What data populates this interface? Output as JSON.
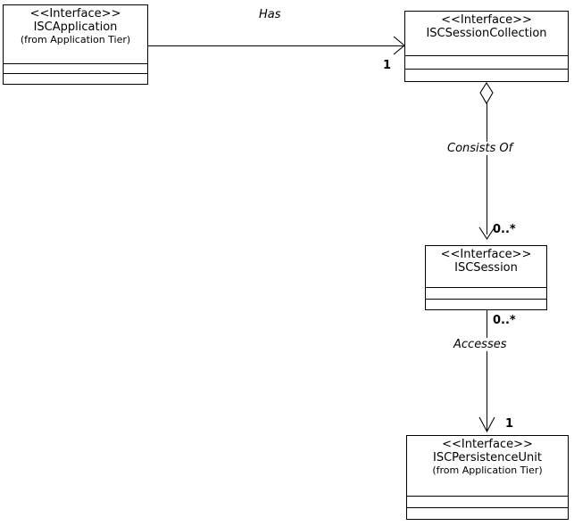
{
  "diagram": {
    "type": "uml-class-diagram",
    "title": "",
    "background_color": "#ffffff",
    "line_color": "#000000"
  },
  "classes": [
    {
      "id": "isc-application",
      "stereotype": "<<Interface>>",
      "name": "ISCApplication",
      "package": "(from Application Tier)",
      "compartments": 2
    },
    {
      "id": "isc-session-collection",
      "stereotype": "<<Interface>>",
      "name": "ISCSessionCollection",
      "package": "",
      "compartments": 2
    },
    {
      "id": "isc-session",
      "stereotype": "<<Interface>>",
      "name": "ISCSession",
      "package": "",
      "compartments": 2
    },
    {
      "id": "isc-persistence-unit",
      "stereotype": "<<Interface>>",
      "name": "ISCPersistenceUnit",
      "package": "(from Application Tier)",
      "compartments": 2
    }
  ],
  "relationships": [
    {
      "id": "has",
      "label": "Has",
      "kind": "association",
      "from": "ISCApplication",
      "to": "ISCSessionCollection",
      "source_multiplicity": "",
      "target_multiplicity": "1",
      "arrowhead": "open"
    },
    {
      "id": "consists-of",
      "label": "Consists Of",
      "kind": "aggregation",
      "from": "ISCSessionCollection",
      "to": "ISCSession",
      "source_multiplicity": "",
      "target_multiplicity": "0..*",
      "arrowhead": "open",
      "diamond": "open"
    },
    {
      "id": "accesses",
      "label": "Accesses",
      "kind": "association",
      "from": "ISCSession",
      "to": "ISCPersistenceUnit",
      "source_multiplicity": "0..*",
      "target_multiplicity": "1",
      "arrowhead": "open"
    }
  ]
}
